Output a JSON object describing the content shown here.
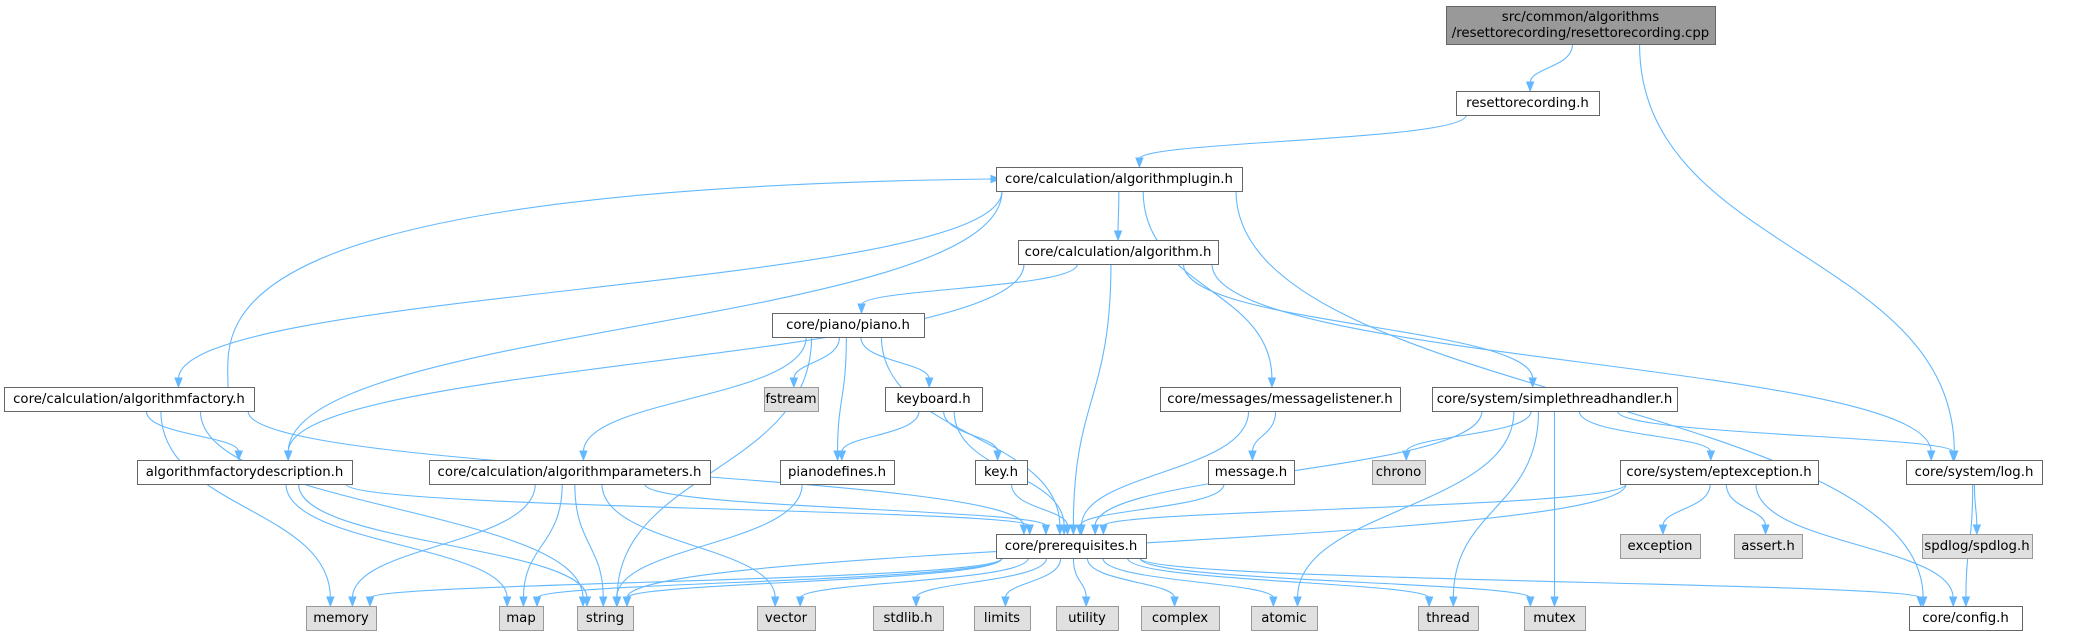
{
  "diagram": {
    "type": "include-dependency-graph",
    "colors": {
      "edge": "#63b8ff",
      "main_fill": "#999999",
      "internal_fill": "#ffffff",
      "external_fill": "#e0e0e0",
      "border": "#666666"
    },
    "nodes": [
      {
        "id": "main",
        "kind": "main",
        "lines": [
          "src/common/algorithms",
          "/resettorecording/resettorecording.cpp"
        ]
      },
      {
        "id": "resettorecording_h",
        "kind": "internal",
        "lines": [
          "resettorecording.h"
        ]
      },
      {
        "id": "algorithmplugin_h",
        "kind": "internal",
        "lines": [
          "core/calculation/algorithmplugin.h"
        ]
      },
      {
        "id": "algorithm_h",
        "kind": "internal",
        "lines": [
          "core/calculation/algorithm.h"
        ]
      },
      {
        "id": "piano_h",
        "kind": "internal",
        "lines": [
          "core/piano/piano.h"
        ]
      },
      {
        "id": "algorithmfactory_h",
        "kind": "internal",
        "lines": [
          "core/calculation/algorithmfactory.h"
        ]
      },
      {
        "id": "fstream",
        "kind": "external",
        "lines": [
          "fstream"
        ]
      },
      {
        "id": "keyboard_h",
        "kind": "internal",
        "lines": [
          "keyboard.h"
        ]
      },
      {
        "id": "messagelistener_h",
        "kind": "internal",
        "lines": [
          "core/messages/messagelistener.h"
        ]
      },
      {
        "id": "simplethreadhandler_h",
        "kind": "internal",
        "lines": [
          "core/system/simplethreadhandler.h"
        ]
      },
      {
        "id": "algorithmfactorydescription_h",
        "kind": "internal",
        "lines": [
          "algorithmfactorydescription.h"
        ]
      },
      {
        "id": "algorithmparameters_h",
        "kind": "internal",
        "lines": [
          "core/calculation/algorithmparameters.h"
        ]
      },
      {
        "id": "pianodefines_h",
        "kind": "internal",
        "lines": [
          "pianodefines.h"
        ]
      },
      {
        "id": "key_h",
        "kind": "internal",
        "lines": [
          "key.h"
        ]
      },
      {
        "id": "message_h",
        "kind": "internal",
        "lines": [
          "message.h"
        ]
      },
      {
        "id": "chrono",
        "kind": "external",
        "lines": [
          "chrono"
        ]
      },
      {
        "id": "eptexception_h",
        "kind": "internal",
        "lines": [
          "core/system/eptexception.h"
        ]
      },
      {
        "id": "log_h",
        "kind": "internal",
        "lines": [
          "core/system/log.h"
        ]
      },
      {
        "id": "prerequisites_h",
        "kind": "internal",
        "lines": [
          "core/prerequisites.h"
        ]
      },
      {
        "id": "exception",
        "kind": "external",
        "lines": [
          "exception"
        ]
      },
      {
        "id": "assert_h",
        "kind": "external",
        "lines": [
          "assert.h"
        ]
      },
      {
        "id": "spdlog_h",
        "kind": "external",
        "lines": [
          "spdlog/spdlog.h"
        ]
      },
      {
        "id": "memory",
        "kind": "external",
        "lines": [
          "memory"
        ]
      },
      {
        "id": "map",
        "kind": "external",
        "lines": [
          "map"
        ]
      },
      {
        "id": "string",
        "kind": "external",
        "lines": [
          "string"
        ]
      },
      {
        "id": "vector",
        "kind": "external",
        "lines": [
          "vector"
        ]
      },
      {
        "id": "stdlib_h",
        "kind": "external",
        "lines": [
          "stdlib.h"
        ]
      },
      {
        "id": "limits",
        "kind": "external",
        "lines": [
          "limits"
        ]
      },
      {
        "id": "utility",
        "kind": "external",
        "lines": [
          "utility"
        ]
      },
      {
        "id": "complex",
        "kind": "external",
        "lines": [
          "complex"
        ]
      },
      {
        "id": "atomic",
        "kind": "external",
        "lines": [
          "atomic"
        ]
      },
      {
        "id": "thread",
        "kind": "external",
        "lines": [
          "thread"
        ]
      },
      {
        "id": "mutex",
        "kind": "external",
        "lines": [
          "mutex"
        ]
      },
      {
        "id": "config_h",
        "kind": "internal",
        "lines": [
          "core/config.h"
        ]
      }
    ],
    "edges": [
      [
        "main",
        "resettorecording_h"
      ],
      [
        "main",
        "log_h"
      ],
      [
        "resettorecording_h",
        "algorithmplugin_h"
      ],
      [
        "algorithmplugin_h",
        "algorithm_h"
      ],
      [
        "algorithmplugin_h",
        "algorithmfactory_h"
      ],
      [
        "algorithmplugin_h",
        "algorithmfactorydescription_h"
      ],
      [
        "algorithmplugin_h",
        "messagelistener_h"
      ],
      [
        "algorithmplugin_h",
        "config_h"
      ],
      [
        "algorithm_h",
        "piano_h"
      ],
      [
        "algorithm_h",
        "algorithmfactorydescription_h"
      ],
      [
        "algorithm_h",
        "prerequisites_h"
      ],
      [
        "algorithm_h",
        "simplethreadhandler_h"
      ],
      [
        "algorithm_h",
        "log_h"
      ],
      [
        "piano_h",
        "fstream"
      ],
      [
        "piano_h",
        "keyboard_h"
      ],
      [
        "piano_h",
        "pianodefines_h"
      ],
      [
        "piano_h",
        "algorithmparameters_h"
      ],
      [
        "piano_h",
        "prerequisites_h"
      ],
      [
        "piano_h",
        "string"
      ],
      [
        "algorithmfactory_h",
        "algorithmplugin_h"
      ],
      [
        "algorithmfactory_h",
        "algorithmfactorydescription_h"
      ],
      [
        "algorithmfactory_h",
        "prerequisites_h"
      ],
      [
        "algorithmfactory_h",
        "memory"
      ],
      [
        "algorithmfactory_h",
        "string"
      ],
      [
        "keyboard_h",
        "pianodefines_h"
      ],
      [
        "keyboard_h",
        "key_h"
      ],
      [
        "keyboard_h",
        "prerequisites_h"
      ],
      [
        "messagelistener_h",
        "message_h"
      ],
      [
        "messagelistener_h",
        "prerequisites_h"
      ],
      [
        "simplethreadhandler_h",
        "chrono"
      ],
      [
        "simplethreadhandler_h",
        "eptexception_h"
      ],
      [
        "simplethreadhandler_h",
        "log_h"
      ],
      [
        "simplethreadhandler_h",
        "prerequisites_h"
      ],
      [
        "simplethreadhandler_h",
        "atomic"
      ],
      [
        "simplethreadhandler_h",
        "thread"
      ],
      [
        "simplethreadhandler_h",
        "mutex"
      ],
      [
        "algorithmfactorydescription_h",
        "prerequisites_h"
      ],
      [
        "algorithmfactorydescription_h",
        "map"
      ],
      [
        "algorithmfactorydescription_h",
        "string"
      ],
      [
        "algorithmparameters_h",
        "prerequisites_h"
      ],
      [
        "algorithmparameters_h",
        "memory"
      ],
      [
        "algorithmparameters_h",
        "map"
      ],
      [
        "algorithmparameters_h",
        "string"
      ],
      [
        "algorithmparameters_h",
        "vector"
      ],
      [
        "pianodefines_h",
        "string"
      ],
      [
        "key_h",
        "prerequisites_h"
      ],
      [
        "message_h",
        "prerequisites_h"
      ],
      [
        "eptexception_h",
        "prerequisites_h"
      ],
      [
        "eptexception_h",
        "exception"
      ],
      [
        "eptexception_h",
        "assert_h"
      ],
      [
        "eptexception_h",
        "config_h"
      ],
      [
        "eptexception_h",
        "string"
      ],
      [
        "log_h",
        "spdlog_h"
      ],
      [
        "log_h",
        "config_h"
      ],
      [
        "prerequisites_h",
        "memory"
      ],
      [
        "prerequisites_h",
        "map"
      ],
      [
        "prerequisites_h",
        "string"
      ],
      [
        "prerequisites_h",
        "vector"
      ],
      [
        "prerequisites_h",
        "stdlib_h"
      ],
      [
        "prerequisites_h",
        "limits"
      ],
      [
        "prerequisites_h",
        "utility"
      ],
      [
        "prerequisites_h",
        "complex"
      ],
      [
        "prerequisites_h",
        "atomic"
      ],
      [
        "prerequisites_h",
        "thread"
      ],
      [
        "prerequisites_h",
        "mutex"
      ],
      [
        "prerequisites_h",
        "config_h"
      ]
    ]
  }
}
